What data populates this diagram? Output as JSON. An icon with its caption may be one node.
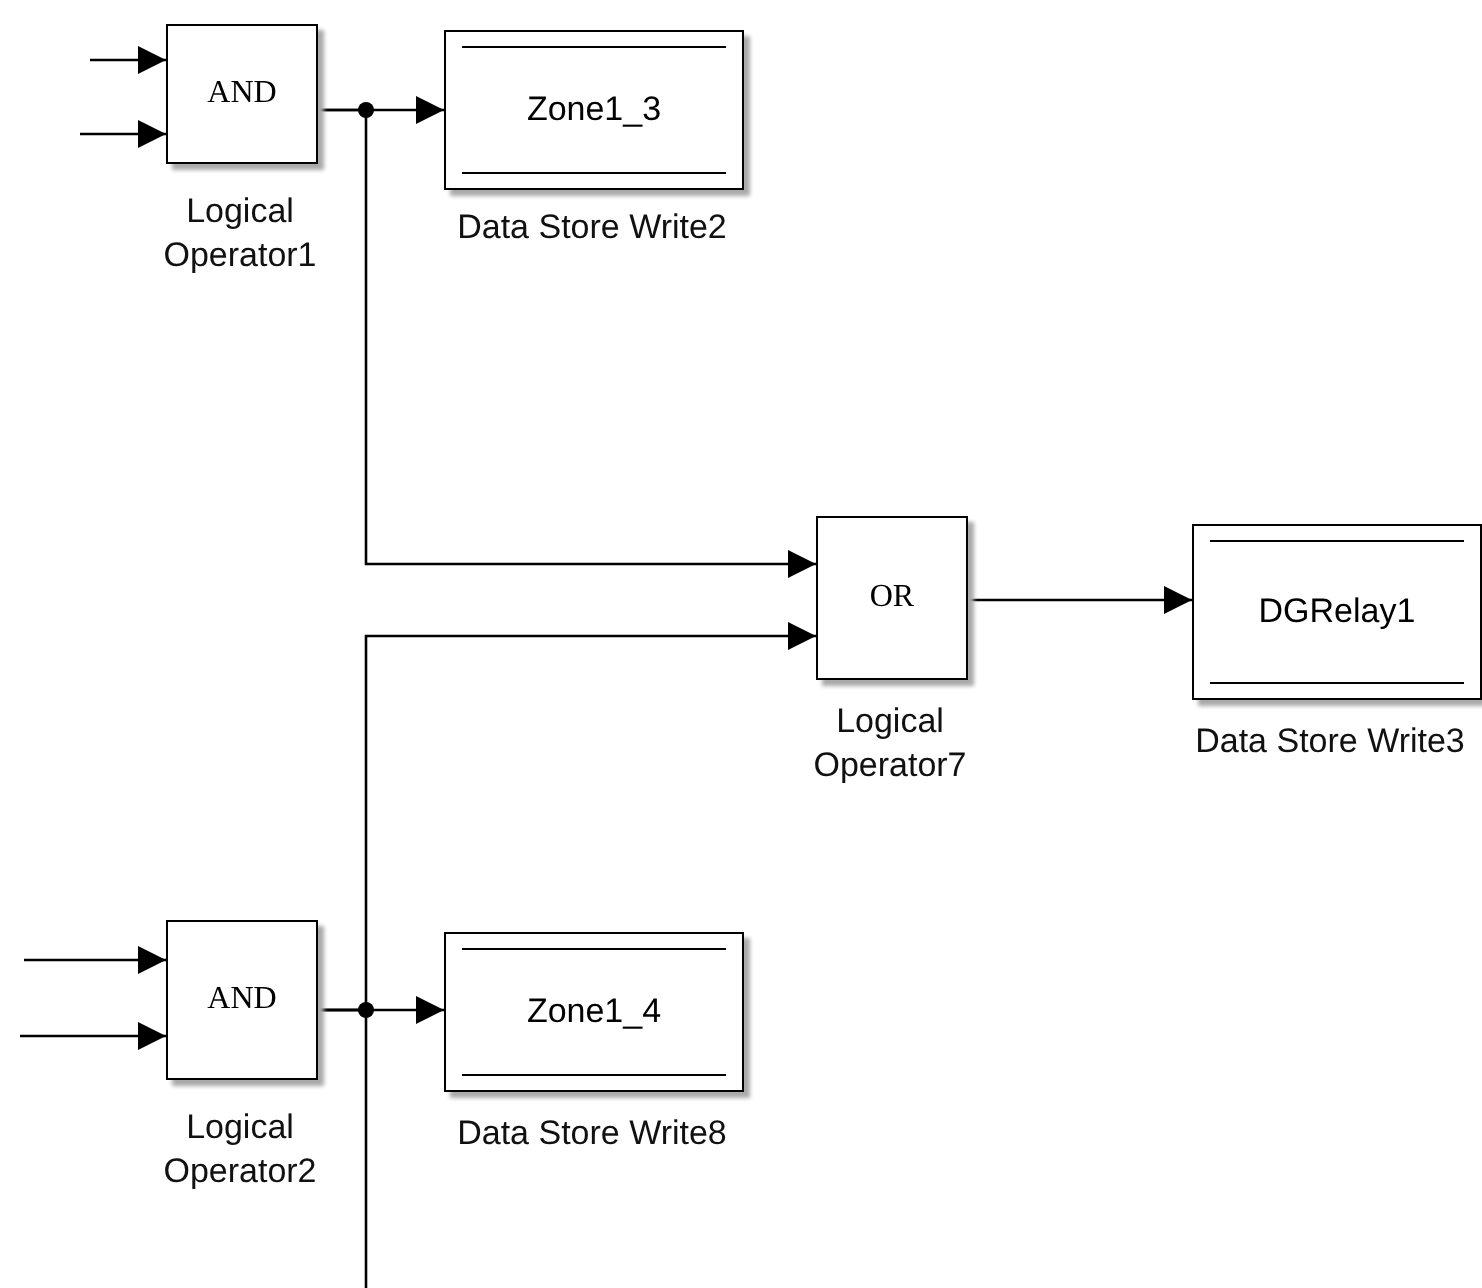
{
  "diagram": {
    "nodes": [
      {
        "text": [
          "AND"
        ],
        "beside": [
          "Logical Operator1"
        ]
      },
      {
        "text": [
          "Zone1_3"
        ],
        "beside": [
          "Data Store Write2"
        ]
      },
      {
        "text": [
          "OR"
        ],
        "beside": [
          "Logical Operator7"
        ]
      },
      {
        "text": [
          "DGRelay1"
        ],
        "beside": [
          "Data Store Write3"
        ]
      },
      {
        "text": [
          "AND"
        ],
        "beside": [
          "Logical Operator2"
        ]
      },
      {
        "text": [
          "Zone1_4"
        ],
        "beside": [
          "Data Store Write8"
        ]
      }
    ],
    "edges": [
      {
        "from": null,
        "to": 0,
        "arrow": "to"
      },
      {
        "from": null,
        "to": 0,
        "arrow": "to"
      },
      {
        "from": 0,
        "to": 1,
        "arrow": "to"
      },
      {
        "from": 0,
        "to": 2,
        "arrow": "to"
      },
      {
        "from": 4,
        "to": 2,
        "arrow": "to"
      },
      {
        "from": 2,
        "to": 3,
        "arrow": "to"
      },
      {
        "from": null,
        "to": 4,
        "arrow": "to"
      },
      {
        "from": null,
        "to": 4,
        "arrow": "to"
      },
      {
        "from": 4,
        "to": 5,
        "arrow": "to"
      },
      {
        "from": 4,
        "to": null,
        "arrow": "none"
      }
    ]
  }
}
